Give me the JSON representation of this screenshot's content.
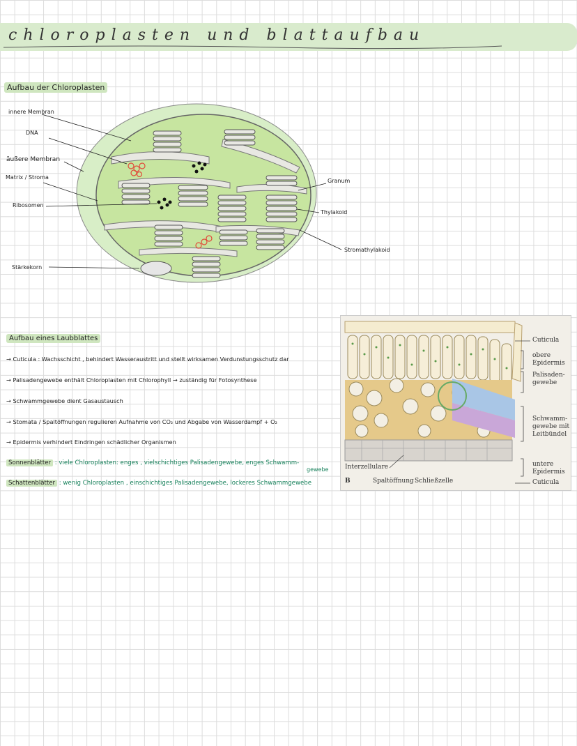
{
  "title": "chloroplasten und blattaufbau",
  "section1": {
    "heading": "Aufbau der Chloroplasten",
    "labels": {
      "innere_membran": "innere Membran",
      "dna": "DNA",
      "aeussere_membran": "äußere Membran",
      "matrix": "Matrix / Stroma",
      "ribosomen": "Ribosomen",
      "staerkekorn": "Stärkekorn",
      "granum": "Granum",
      "thylakoid": "Thylakoid",
      "stromathylakoid": "Stromathylakoid"
    }
  },
  "section2": {
    "heading": "Aufbau eines Laubblattes",
    "notes": [
      "→ Cuticula : Wachsschicht , behindert Wasseraustritt und stellt wirksamen Verdunstungsschutz dar",
      "→ Palisadengewebe enthält Chloroplasten mit Chlorophyll → zuständig für Fotosynthese",
      "→ Schwammgewebe dient Gasaustausch",
      "→ Stomata / Spaltöffnungen regulieren Aufnahme von CO₂ und Abgabe von Wasserdampf + O₂",
      "→ Epidermis verhindert Eindringen schädlicher Organismen"
    ],
    "sonnen": {
      "term": "Sonnenblätter",
      "text": ": viele Chloroplasten: enges , vielschichtiges Palisadengewebe, enges Schwamm-",
      "cont": "gewebe"
    },
    "schatten": {
      "term": "Schattenblätter",
      "text": ": wenig Chloroplasten , einschichtiges Palisadengewebe, lockeres Schwammgewebe"
    }
  },
  "photo": {
    "labels": {
      "cuticula_top": "Cuticula",
      "obere_epidermis": "obere Epidermis",
      "palisaden": "Palisaden- gewebe",
      "schwamm": "Schwamm- gewebe mit Leitbündel",
      "untere_epidermis": "untere Epidermis",
      "cuticula_bottom": "Cuticula",
      "interzellulare": "Interzellulare",
      "b": "B",
      "spaltoeffnung": "Spaltöffnung",
      "schliesszelle": "Schließzelle"
    }
  },
  "colors": {
    "highlight": "#cfe6bf",
    "title_band": "#d9ebcd",
    "chloro_fill": "#c7e5a0",
    "grana": "#e8e8e2",
    "accent_green": "#15805a"
  }
}
